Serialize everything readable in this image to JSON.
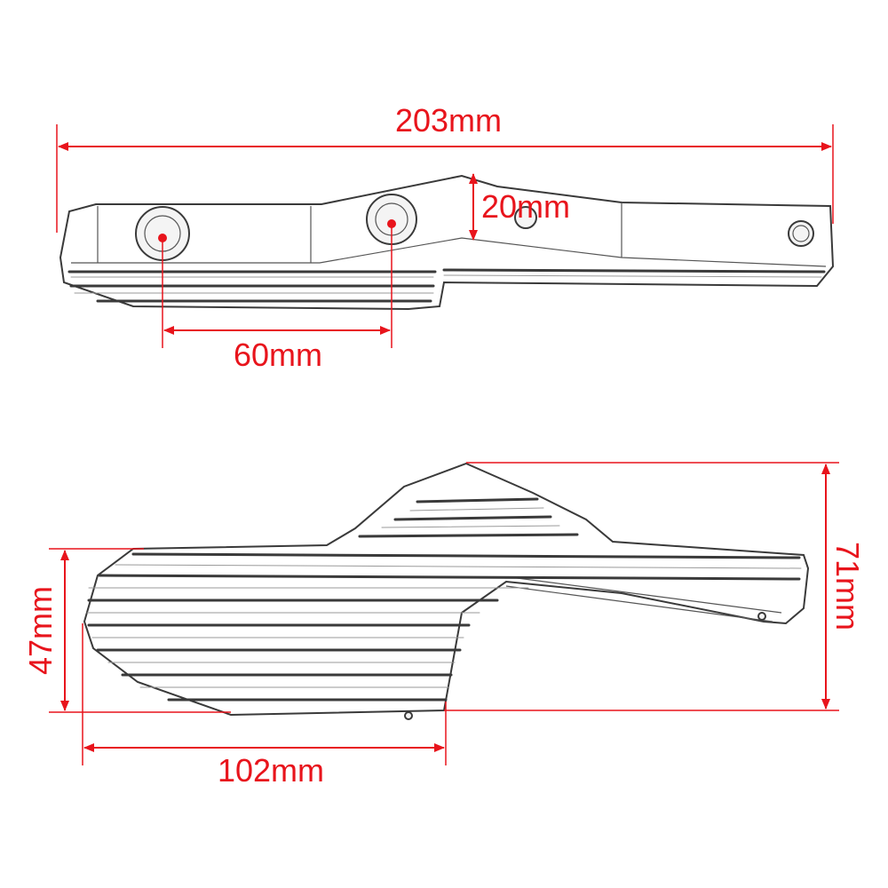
{
  "dimensions": {
    "overall_length": "203mm",
    "height_top": "20mm",
    "hole_spacing": "60mm",
    "left_height": "47mm",
    "total_height": "71mm",
    "bottom_length": "102mm"
  },
  "colors": {
    "dimension": "#e8141c",
    "outline": "#3a3a3a",
    "background": "#ffffff"
  }
}
